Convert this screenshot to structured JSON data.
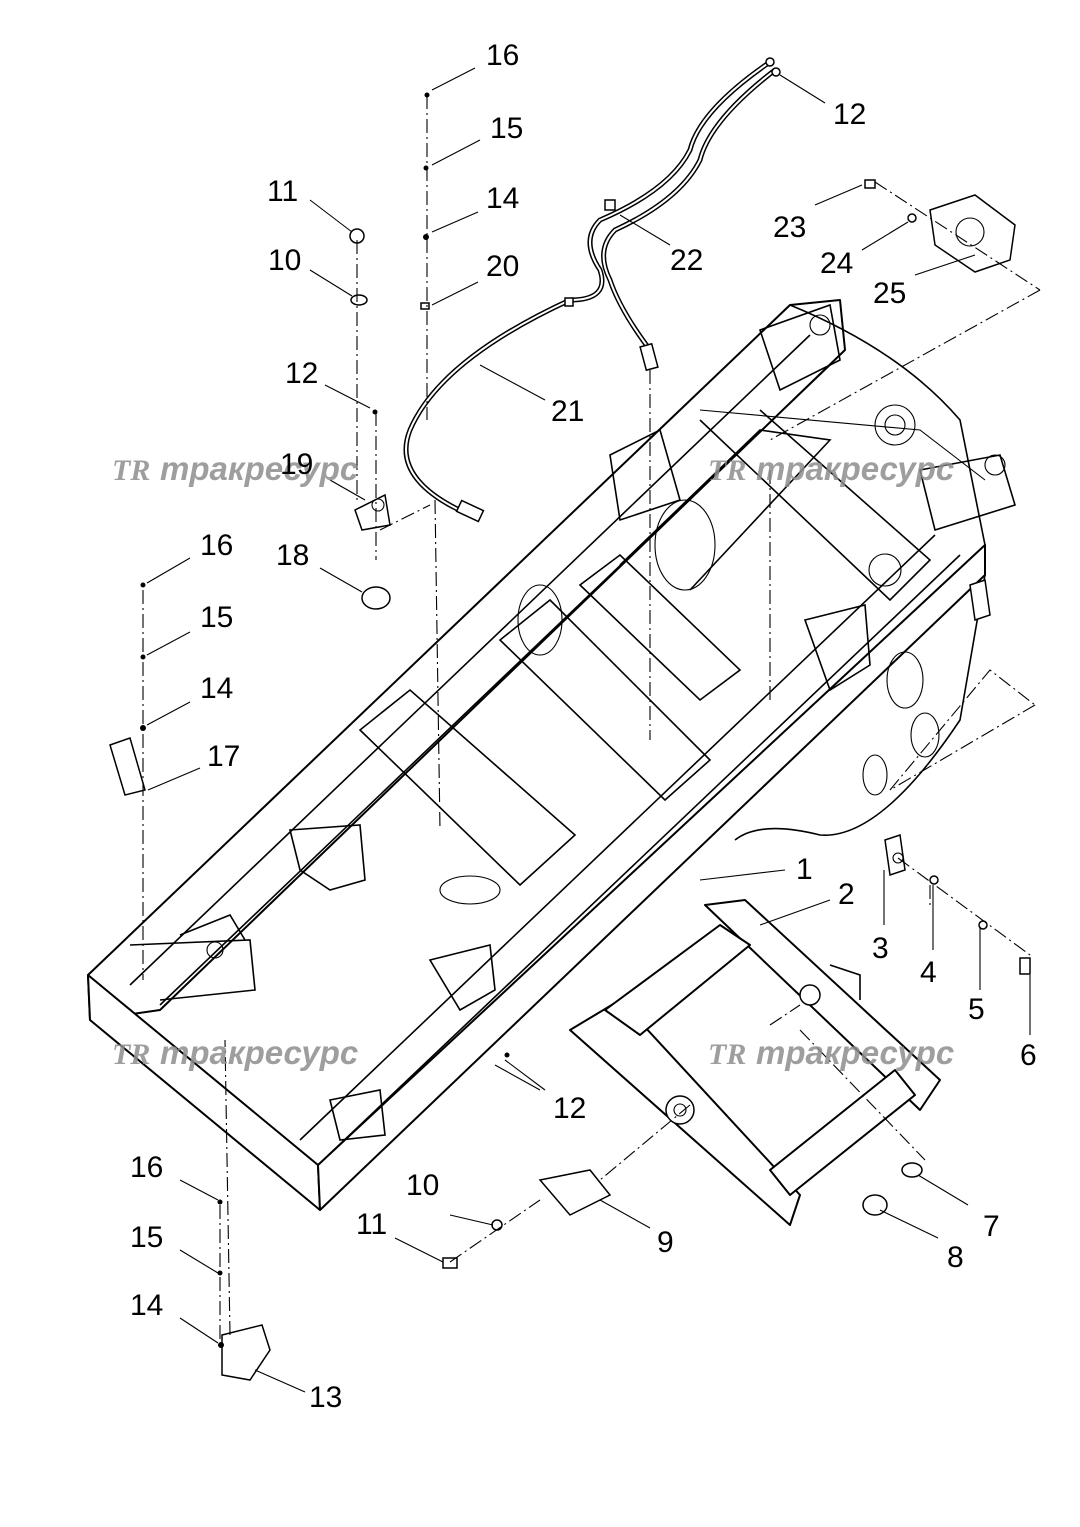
{
  "watermark": {
    "logo": "TR",
    "text": "тракресурс",
    "color": "#8e8e8e"
  },
  "callouts": {
    "c1": "1",
    "c2": "2",
    "c3": "3",
    "c4": "4",
    "c5": "5",
    "c6": "6",
    "c7": "7",
    "c8": "8",
    "c9": "9",
    "c10a": "10",
    "c10b": "10",
    "c11a": "11",
    "c11b": "11",
    "c12a": "12",
    "c12b": "12",
    "c12c": "12",
    "c13": "13",
    "c14a": "14",
    "c14b": "14",
    "c14c": "14",
    "c15a": "15",
    "c15b": "15",
    "c15c": "15",
    "c16a": "16",
    "c16b": "16",
    "c16c": "16",
    "c17": "17",
    "c18": "18",
    "c19": "19",
    "c20": "20",
    "c21": "21",
    "c22": "22",
    "c23": "23",
    "c24": "24",
    "c25": "25"
  }
}
